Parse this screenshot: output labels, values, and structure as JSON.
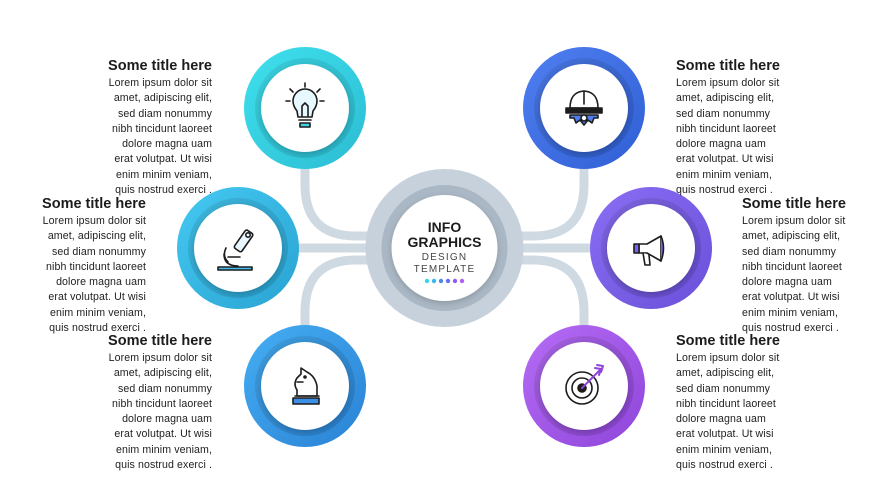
{
  "center": {
    "line1": "INFO",
    "line2": "GRAPHICS",
    "line3": "DESIGN",
    "line4": "TEMPLATE",
    "dot_colors": [
      "#35d7ec",
      "#3ab5f0",
      "#4b88ea",
      "#6a6ff0",
      "#8e5ef0",
      "#b25ff0"
    ]
  },
  "colors": {
    "connector": "#cfd9e2",
    "center_ring": "#c6d1dc",
    "center_ring_inner": "#aab7c4"
  },
  "items": [
    {
      "title": "Some title here",
      "body": [
        "Lorem ipsum dolor sit",
        "amet, adipiscing elit,",
        "sed diam nonummy",
        "nibh tincidunt laoreet",
        "dolore magna uam",
        "erat volutpat. Ut wisi",
        "enim minim veniam,",
        "quis nostrud exerci ."
      ],
      "icon": "lightbulb-icon",
      "color_a": "#3fe1ee",
      "color_b": "#2cbcd2"
    },
    {
      "title": "Some title here",
      "body": [
        "Lorem ipsum dolor sit",
        "amet, adipiscing elit,",
        "sed diam nonummy",
        "nibh tincidunt laoreet",
        "dolore magna uam",
        "erat volutpat. Ut wisi",
        "enim minim veniam,",
        "quis nostrud exerci ."
      ],
      "icon": "microscope-icon",
      "color_a": "#44c9f2",
      "color_b": "#2aa3d2"
    },
    {
      "title": "Some title here",
      "body": [
        "Lorem ipsum dolor sit",
        "amet, adipiscing elit,",
        "sed diam nonummy",
        "nibh tincidunt laoreet",
        "dolore magna uam",
        "erat volutpat. Ut wisi",
        "enim minim veniam,",
        "quis nostrud exerci ."
      ],
      "icon": "chess-knight-icon",
      "color_a": "#45aef3",
      "color_b": "#2a82d4"
    },
    {
      "title": "Some title here",
      "body": [
        "Lorem ipsum dolor sit",
        "amet, adipiscing elit,",
        "sed diam nonummy",
        "nibh tincidunt laoreet",
        "dolore magna uam",
        "erat volutpat. Ut wisi",
        "enim minim veniam,",
        "quis nostrud exerci ."
      ],
      "icon": "hardhat-gear-icon",
      "color_a": "#4f7ff0",
      "color_b": "#2f5fd4"
    },
    {
      "title": "Some title here",
      "body": [
        "Lorem ipsum dolor sit",
        "amet, adipiscing elit,",
        "sed diam nonummy",
        "nibh tincidunt laoreet",
        "dolore magna uam",
        "erat volutpat. Ut wisi",
        "enim minim veniam,",
        "quis nostrud exerci ."
      ],
      "icon": "megaphone-icon",
      "color_a": "#8a6ff5",
      "color_b": "#6a4fd8"
    },
    {
      "title": "Some title here",
      "body": [
        "Lorem ipsum dolor sit",
        "amet, adipiscing elit,",
        "sed diam nonummy",
        "nibh tincidunt laoreet",
        "dolore magna uam",
        "erat volutpat. Ut wisi",
        "enim minim veniam,",
        "quis nostrud exerci ."
      ],
      "icon": "target-arrow-icon",
      "color_a": "#b56cf5",
      "color_b": "#8f45d9"
    }
  ]
}
